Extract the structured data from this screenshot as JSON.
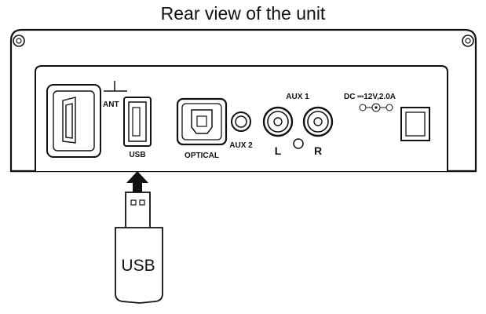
{
  "title": "Rear view of the unit",
  "ports": {
    "ant": "ANT",
    "usb": "USB",
    "optical": "OPTICAL",
    "aux2": "AUX 2",
    "aux1": "AUX 1",
    "left": "L",
    "right": "R",
    "dc": "DC ⎓12V,2.0A"
  },
  "usb_stick": {
    "label": "USB"
  }
}
